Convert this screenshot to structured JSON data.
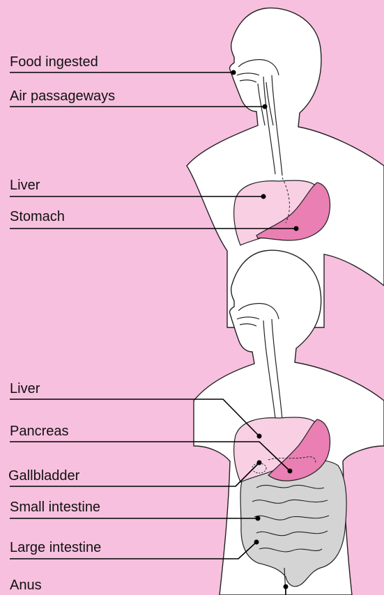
{
  "upper_figure": {
    "labels": {
      "food_ingested": "Food ingested",
      "air_passageways": "Air passageways",
      "liver": "Liver",
      "stomach": "Stomach"
    }
  },
  "lower_figure": {
    "labels": {
      "liver": "Liver",
      "pancreas": "Pancreas",
      "gallbladder": "Gallbladder",
      "small_intestine": "Small intestine",
      "large_intestine": "Large intestine",
      "anus": "Anus"
    }
  },
  "colors": {
    "background": "#f7c0de",
    "body_fill": "#ffffff",
    "liver_fill": "#f9cfe4",
    "stomach_fill": "#ea7fb3",
    "intestine_fill": "#d4d4d4",
    "leader_line": "#000000"
  }
}
